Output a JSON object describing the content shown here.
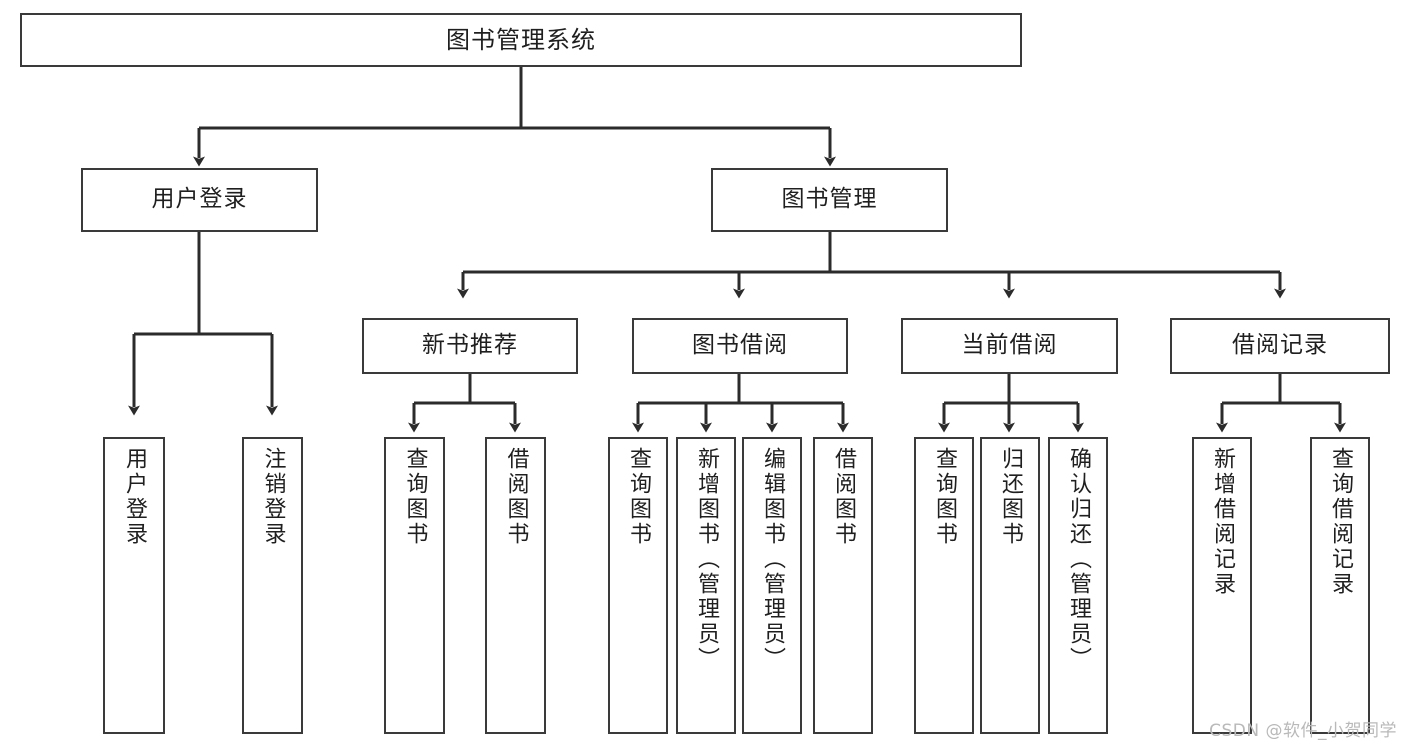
{
  "diagram": {
    "type": "tree",
    "title": "图书管理系统",
    "colors": {
      "box_border": "#3a3a3a",
      "box_fill": "#ffffff",
      "line": "#2b2b2b",
      "text": "#1f1f1f",
      "watermark": "#b9b9b9",
      "background": "#ffffff"
    },
    "root": {
      "label": "图书管理系统"
    },
    "level1": [
      {
        "id": "user-login",
        "label": "用户登录"
      },
      {
        "id": "book-manage",
        "label": "图书管理"
      }
    ],
    "level2": [
      {
        "id": "new-book-recommend",
        "label": "新书推荐",
        "parent": "book-manage"
      },
      {
        "id": "book-borrow",
        "label": "图书借阅",
        "parent": "book-manage"
      },
      {
        "id": "current-borrow",
        "label": "当前借阅",
        "parent": "book-manage"
      },
      {
        "id": "borrow-record",
        "label": "借阅记录",
        "parent": "book-manage"
      }
    ],
    "leaves": {
      "user-login": [
        {
          "id": "leaf-user-login",
          "label": "用户登录"
        },
        {
          "id": "leaf-logout",
          "label": "注销登录"
        }
      ],
      "new-book-recommend": [
        {
          "id": "leaf-query-book-1",
          "label": "查询图书"
        },
        {
          "id": "leaf-borrow-book-1",
          "label": "借阅图书"
        }
      ],
      "book-borrow": [
        {
          "id": "leaf-query-book-2",
          "label": "查询图书"
        },
        {
          "id": "leaf-add-book",
          "label": "新增图书（管理员）"
        },
        {
          "id": "leaf-edit-book",
          "label": "编辑图书（管理员）"
        },
        {
          "id": "leaf-borrow-book-2",
          "label": "借阅图书"
        }
      ],
      "current-borrow": [
        {
          "id": "leaf-query-book-3",
          "label": "查询图书"
        },
        {
          "id": "leaf-return-book",
          "label": "归还图书"
        },
        {
          "id": "leaf-confirm-return",
          "label": "确认归还（管理员）"
        }
      ],
      "borrow-record": [
        {
          "id": "leaf-add-record",
          "label": "新增借阅记录"
        },
        {
          "id": "leaf-query-record",
          "label": "查询借阅记录"
        }
      ]
    }
  },
  "watermark": {
    "text": "CSDN @软件_小贺同学"
  }
}
